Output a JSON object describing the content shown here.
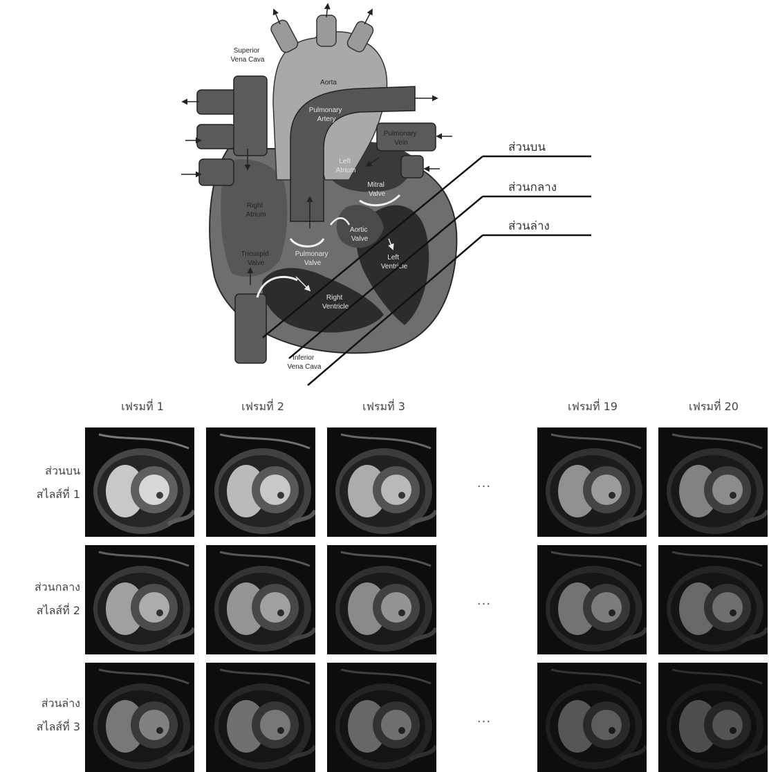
{
  "heart_diagram": {
    "labels": {
      "superior_vena_cava_1": "Superior",
      "superior_vena_cava_2": "Vena Cava",
      "aorta": "Aorta",
      "pulmonary_artery_1": "Pulmonary",
      "pulmonary_artery_2": "Artery",
      "pulmonary_vein_1": "Pulmonary",
      "pulmonary_vein_2": "Vein",
      "left_atrium_1": "Left",
      "left_atrium_2": "Atrium",
      "mitral_valve_1": "Mitral",
      "mitral_valve_2": "Valve",
      "right_atrium_1": "Right",
      "right_atrium_2": "Atrium",
      "aortic_valve_1": "Aortic",
      "aortic_valve_2": "Valve",
      "tricuspid_valve_1": "Tricuspid",
      "tricuspid_valve_2": "Valve",
      "pulmonary_valve_1": "Pulmonary",
      "pulmonary_valve_2": "Valve",
      "left_ventricle_1": "Left",
      "left_ventricle_2": "Ventricle",
      "right_ventricle_1": "Right",
      "right_ventricle_2": "Ventricle",
      "inferior_vena_cava_1": "Inferior",
      "inferior_vena_cava_2": "Vena Cava"
    },
    "levels": {
      "top": "ส่วนบน",
      "middle": "ส่วนกลาง",
      "bottom": "ส่วนล่าง"
    }
  },
  "grid": {
    "frame_headers": [
      "เฟรมที่ 1",
      "เฟรมที่ 2",
      "เฟรมที่ 3",
      "เฟรมที่ 19",
      "เฟรมที่ 20"
    ],
    "rows": [
      {
        "level": "ส่วนบน",
        "slice": "สไลส์ที่ 1"
      },
      {
        "level": "ส่วนกลาง",
        "slice": "สไลส์ที่ 2"
      },
      {
        "level": "ส่วนล่าง",
        "slice": "สไลส์ที่ 3"
      }
    ],
    "ellipsis": "..."
  }
}
